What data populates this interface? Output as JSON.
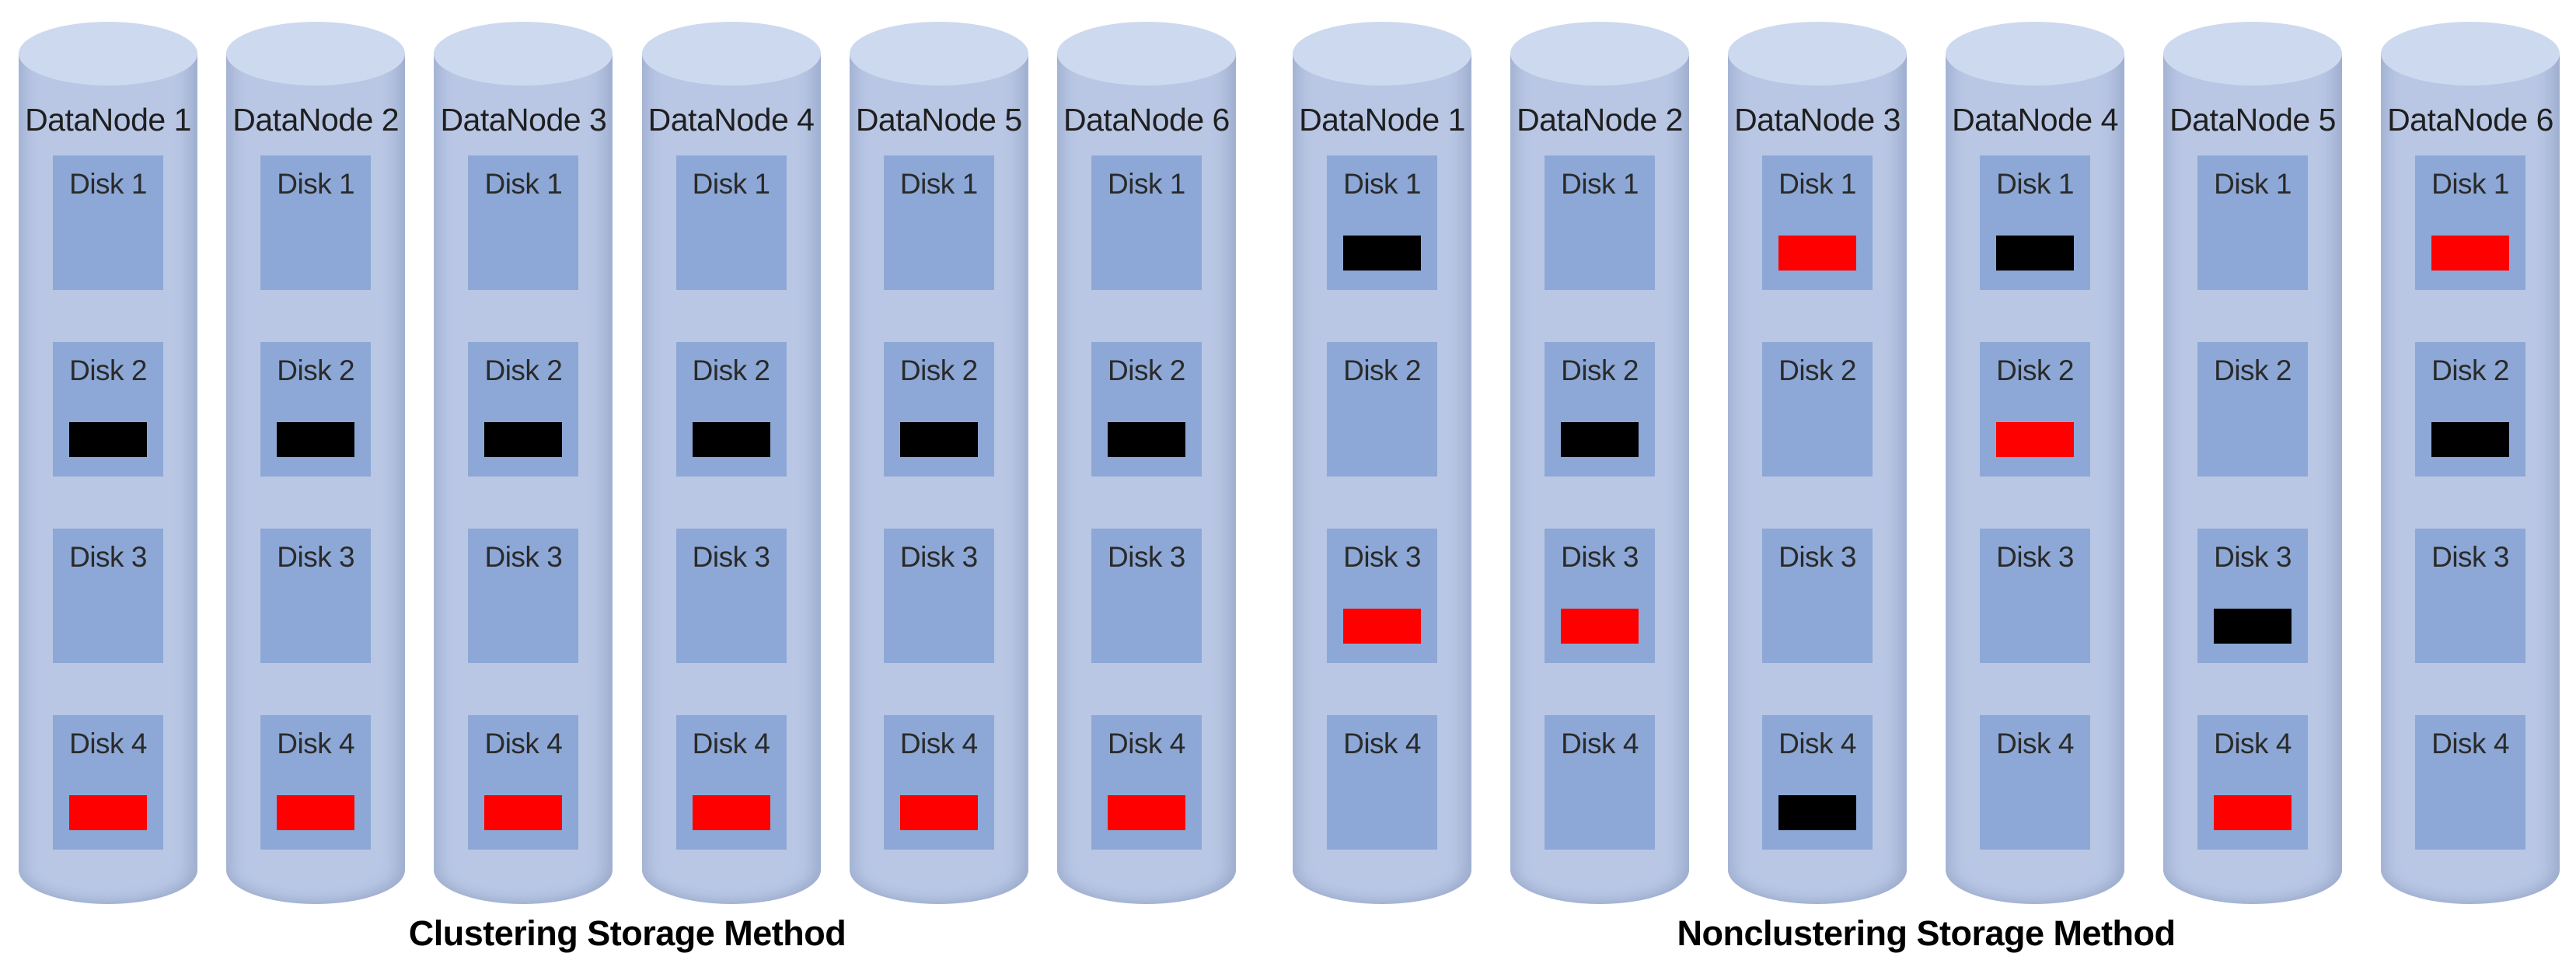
{
  "colors": {
    "cylinder_body": "#b9c7e5",
    "cylinder_top": "#cdd9ee",
    "disk_fill": "#8da8d6",
    "marker_black": "#000000",
    "marker_red": "#fe0000",
    "node_label_color": "#1f1f1f",
    "disk_label_color": "#2a2a2a",
    "title_color": "#000000"
  },
  "groups": [
    {
      "title": "Clustering Storage Method",
      "nodes": [
        {
          "label": "DataNode 1",
          "disks": [
            {
              "label": "Disk 1",
              "marker": null
            },
            {
              "label": "Disk 2",
              "marker": "black"
            },
            {
              "label": "Disk 3",
              "marker": null
            },
            {
              "label": "Disk 4",
              "marker": "red"
            }
          ]
        },
        {
          "label": "DataNode 2",
          "disks": [
            {
              "label": "Disk 1",
              "marker": null
            },
            {
              "label": "Disk 2",
              "marker": "black"
            },
            {
              "label": "Disk 3",
              "marker": null
            },
            {
              "label": "Disk 4",
              "marker": "red"
            }
          ]
        },
        {
          "label": "DataNode 3",
          "disks": [
            {
              "label": "Disk 1",
              "marker": null
            },
            {
              "label": "Disk 2",
              "marker": "black"
            },
            {
              "label": "Disk 3",
              "marker": null
            },
            {
              "label": "Disk 4",
              "marker": "red"
            }
          ]
        },
        {
          "label": "DataNode 4",
          "disks": [
            {
              "label": "Disk 1",
              "marker": null
            },
            {
              "label": "Disk 2",
              "marker": "black"
            },
            {
              "label": "Disk 3",
              "marker": null
            },
            {
              "label": "Disk 4",
              "marker": "red"
            }
          ]
        },
        {
          "label": "DataNode 5",
          "disks": [
            {
              "label": "Disk 1",
              "marker": null
            },
            {
              "label": "Disk 2",
              "marker": "black"
            },
            {
              "label": "Disk 3",
              "marker": null
            },
            {
              "label": "Disk 4",
              "marker": "red"
            }
          ]
        },
        {
          "label": "DataNode 6",
          "disks": [
            {
              "label": "Disk 1",
              "marker": null
            },
            {
              "label": "Disk 2",
              "marker": "black"
            },
            {
              "label": "Disk 3",
              "marker": null
            },
            {
              "label": "Disk 4",
              "marker": "red"
            }
          ]
        }
      ]
    },
    {
      "title": "Nonclustering Storage Method",
      "nodes": [
        {
          "label": "DataNode 1",
          "disks": [
            {
              "label": "Disk 1",
              "marker": "black"
            },
            {
              "label": "Disk 2",
              "marker": null
            },
            {
              "label": "Disk 3",
              "marker": "red"
            },
            {
              "label": "Disk 4",
              "marker": null
            }
          ]
        },
        {
          "label": "DataNode 2",
          "disks": [
            {
              "label": "Disk 1",
              "marker": null
            },
            {
              "label": "Disk 2",
              "marker": "black"
            },
            {
              "label": "Disk 3",
              "marker": "red"
            },
            {
              "label": "Disk 4",
              "marker": null
            }
          ]
        },
        {
          "label": "DataNode 3",
          "disks": [
            {
              "label": "Disk 1",
              "marker": "red"
            },
            {
              "label": "Disk 2",
              "marker": null
            },
            {
              "label": "Disk 3",
              "marker": null
            },
            {
              "label": "Disk 4",
              "marker": "black"
            }
          ]
        },
        {
          "label": "DataNode 4",
          "disks": [
            {
              "label": "Disk 1",
              "marker": "black"
            },
            {
              "label": "Disk 2",
              "marker": "red"
            },
            {
              "label": "Disk 3",
              "marker": null
            },
            {
              "label": "Disk 4",
              "marker": null
            }
          ]
        },
        {
          "label": "DataNode 5",
          "disks": [
            {
              "label": "Disk 1",
              "marker": null
            },
            {
              "label": "Disk 2",
              "marker": null
            },
            {
              "label": "Disk 3",
              "marker": "black"
            },
            {
              "label": "Disk 4",
              "marker": "red"
            }
          ]
        },
        {
          "label": "DataNode 6",
          "disks": [
            {
              "label": "Disk 1",
              "marker": "red"
            },
            {
              "label": "Disk 2",
              "marker": "black"
            },
            {
              "label": "Disk 3",
              "marker": null
            },
            {
              "label": "Disk 4",
              "marker": null
            }
          ]
        }
      ]
    }
  ]
}
